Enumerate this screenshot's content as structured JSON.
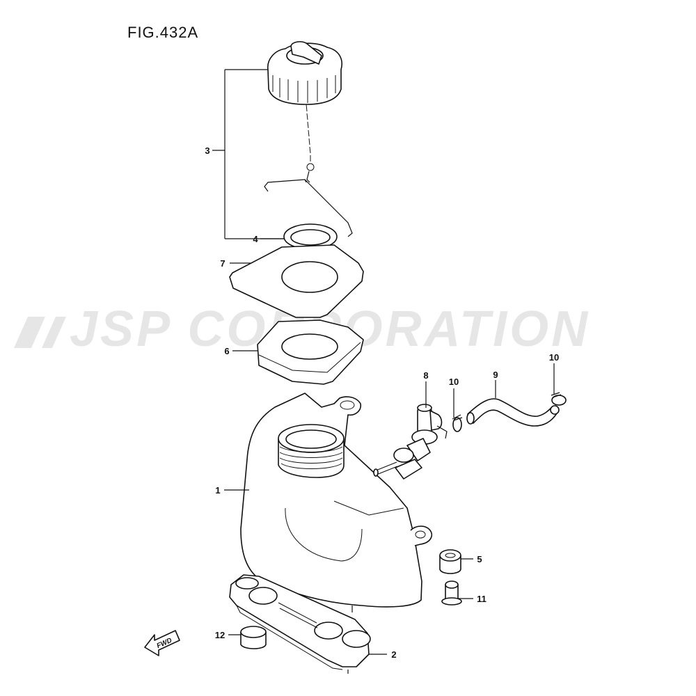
{
  "figure_title": "FIG.432A",
  "watermark": "JSP CORPORATION",
  "fwd_label": "FWD",
  "callouts": {
    "c1": "1",
    "c2": "2",
    "c3": "3",
    "c4": "4",
    "c5": "5",
    "c6": "6",
    "c7": "7",
    "c8": "8",
    "c9": "9",
    "c10a": "10",
    "c10b": "10",
    "c11": "11",
    "c12": "12"
  }
}
